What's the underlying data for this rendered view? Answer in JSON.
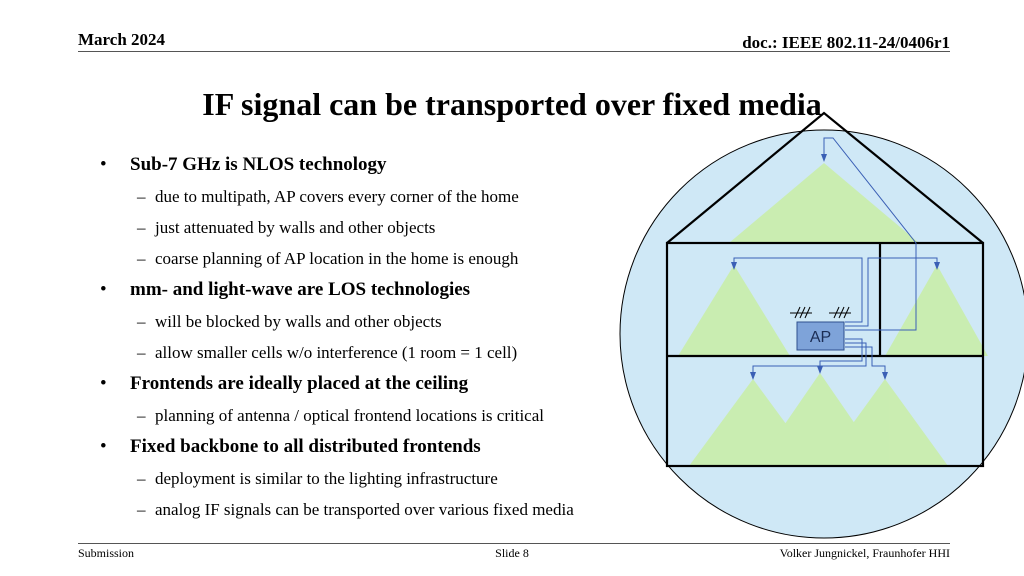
{
  "header": {
    "date": "March 2024",
    "doc_id": "doc.: IEEE 802.11-24/0406r1"
  },
  "slide": {
    "title": "IF signal can be transported over fixed media",
    "bullet_glyph": "•",
    "dash_glyph": "–",
    "bullets": [
      {
        "text": "Sub-7 GHz is NLOS technology",
        "subs": [
          "due to multipath, AP covers every corner of the home",
          "just attenuated by walls and other objects",
          "coarse planning of AP location in the home is enough"
        ]
      },
      {
        "text": "mm- and light-wave are LOS technologies",
        "subs": [
          "will be blocked by walls and other objects",
          "allow smaller cells w/o interference (1 room = 1 cell)"
        ]
      },
      {
        "text": "Frontends are ideally placed at the ceiling",
        "subs": [
          "planning of antenna / optical frontend locations is critical"
        ]
      },
      {
        "text": "Fixed backbone to all distributed frontends",
        "subs": [
          "deployment is similar to the lighting infrastructure",
          "analog IF signals can be transported over various fixed media"
        ]
      }
    ]
  },
  "diagram": {
    "ap_label": "AP",
    "colors": {
      "circle_fill": "#cfe8f6",
      "cone_fill": "#c8ef9a",
      "ap_fill": "#7ea3d9",
      "cable": "#3a5fb5"
    }
  },
  "footer": {
    "left": "Submission",
    "center": "Slide 8",
    "right": "Volker Jungnickel, Fraunhofer HHI"
  }
}
